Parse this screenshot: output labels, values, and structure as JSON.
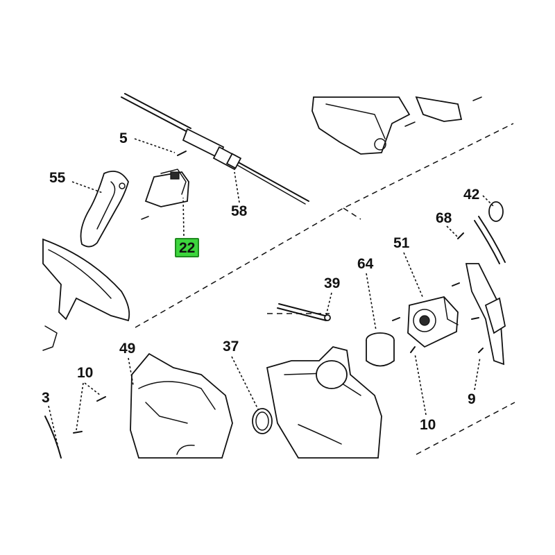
{
  "diagram": {
    "callouts": [
      {
        "key": "c5",
        "label": "5"
      },
      {
        "key": "c55",
        "label": "55"
      },
      {
        "key": "c22",
        "label": "22",
        "highlight": true,
        "highlight_color": "#3dd53d"
      },
      {
        "key": "c58",
        "label": "58"
      },
      {
        "key": "c42",
        "label": "42"
      },
      {
        "key": "c68",
        "label": "68"
      },
      {
        "key": "c51",
        "label": "51"
      },
      {
        "key": "c64",
        "label": "64"
      },
      {
        "key": "c39",
        "label": "39"
      },
      {
        "key": "c49",
        "label": "49"
      },
      {
        "key": "c37",
        "label": "37"
      },
      {
        "key": "c10a",
        "label": "10"
      },
      {
        "key": "c3",
        "label": "3"
      },
      {
        "key": "c10b",
        "label": "10"
      },
      {
        "key": "c9",
        "label": "9"
      }
    ]
  }
}
